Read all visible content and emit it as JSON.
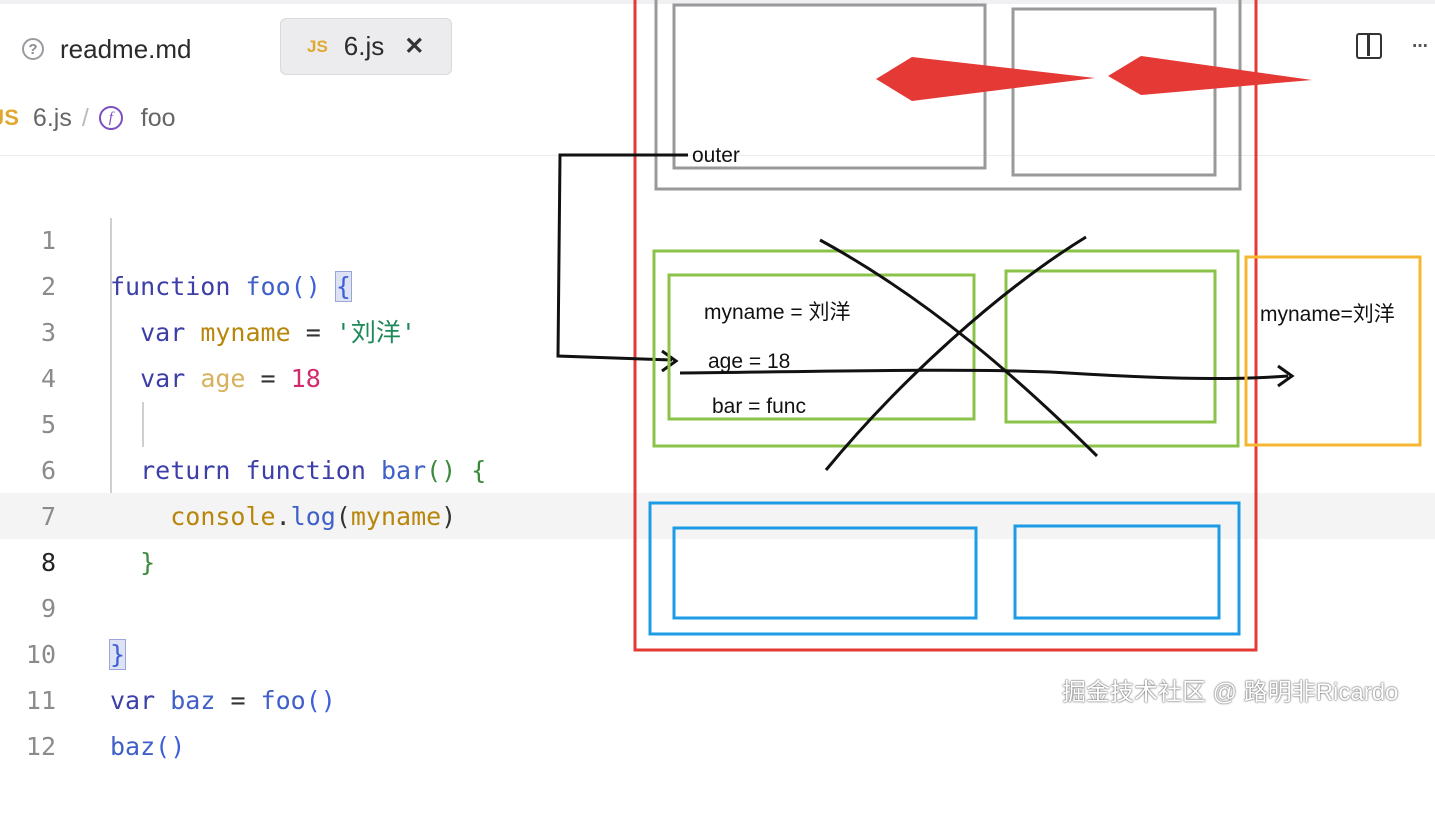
{
  "tabs": [
    {
      "label": "readme.md",
      "icon": "question-circle-icon",
      "active": false
    },
    {
      "label": "6.js",
      "icon": "JS",
      "active": true,
      "close": "✕"
    }
  ],
  "toolbar": {
    "split_icon": "split-editor-icon",
    "more_icon": "···"
  },
  "breadcrumb": {
    "js_badge": "JS",
    "file": "6.js",
    "separator": "/",
    "symbol_icon": "f",
    "symbol": "foo"
  },
  "code": {
    "line_numbers": [
      "1",
      "2",
      "3",
      "4",
      "5",
      "6",
      "7",
      "8",
      "9",
      "10",
      "11",
      "12"
    ],
    "active_line": "8"
  },
  "diagram": {
    "outer_label": "outer",
    "myname_label": "myname = 刘洋",
    "age_label": "age = 18",
    "bar_label": "bar = func",
    "closure_label": "myname=刘洋",
    "colors": {
      "call_stack": "#e53935",
      "global": "#999999",
      "foo_ctx": "#8bc34a",
      "closure": "#f5b731",
      "baz_ctx": "#1e9be6",
      "arrow": "#e53935"
    }
  },
  "watermark": "掘金技术社区 @ 路明非Ricardo"
}
